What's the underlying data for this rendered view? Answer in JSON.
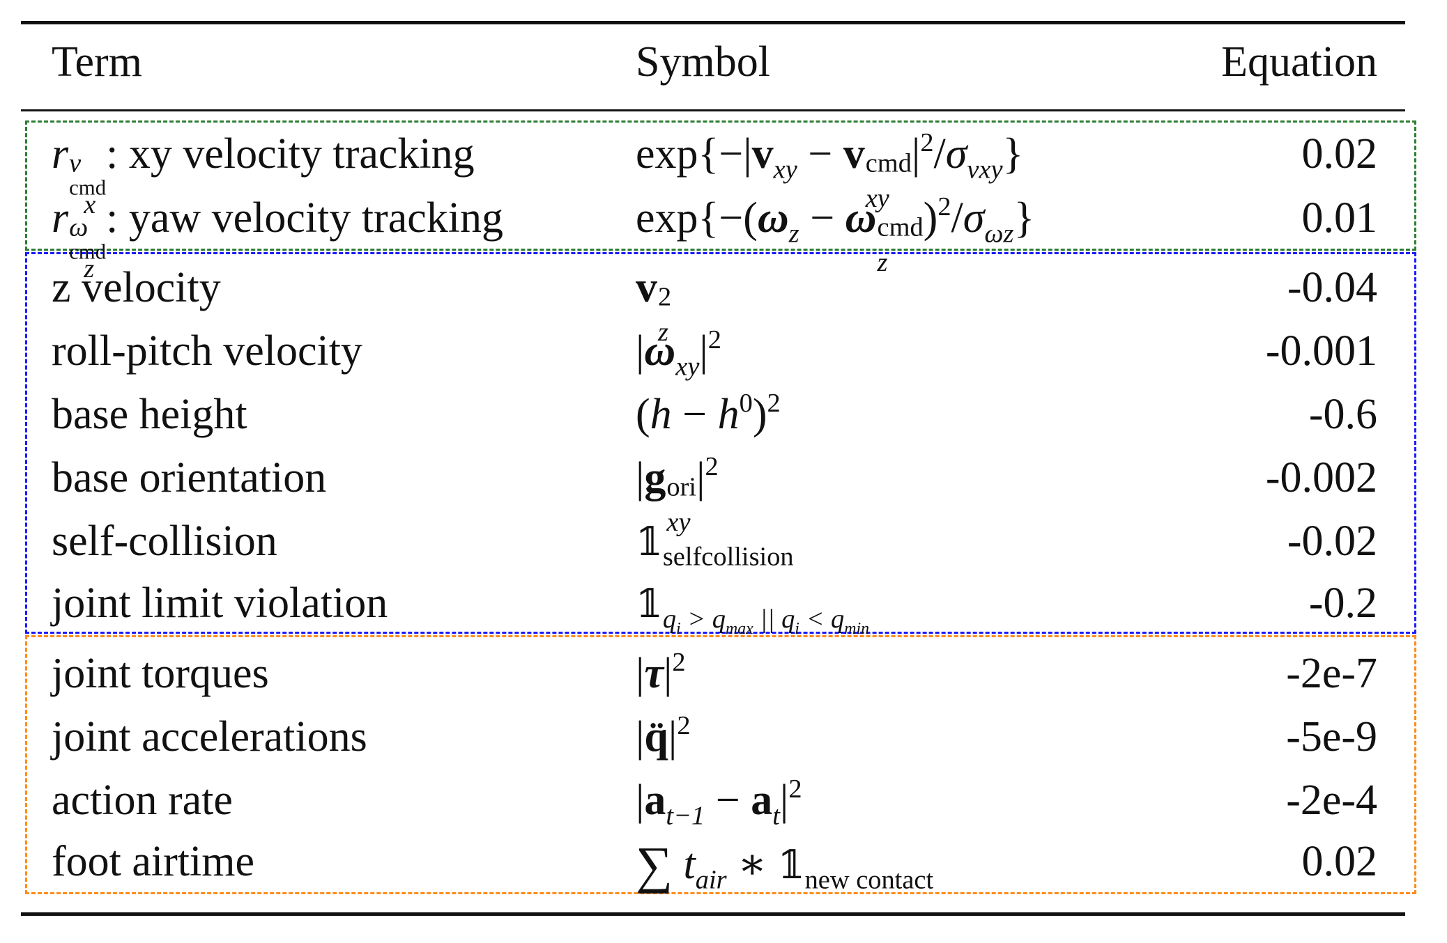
{
  "table": {
    "headers": {
      "term": "Term",
      "symbol": "Symbol",
      "value": "Equation"
    },
    "group_colors": {
      "tracking": "#2e7d32",
      "stability": "#1a1aff",
      "smoothness": "#ff8c1a"
    },
    "rows": [
      {
        "term": ": xy velocity tracking",
        "value": "0.02"
      },
      {
        "term": ": yaw velocity tracking",
        "value": "0.01"
      },
      {
        "term": "z velocity",
        "value": "-0.04"
      },
      {
        "term": "roll-pitch velocity",
        "value": "-0.001"
      },
      {
        "term": "base height",
        "value": "-0.6"
      },
      {
        "term": "base orientation",
        "value": "-0.002"
      },
      {
        "term": "self-collision",
        "value": "-0.02"
      },
      {
        "term": "joint limit violation",
        "value": "-0.2"
      },
      {
        "term": "joint torques",
        "value": "-2e-7"
      },
      {
        "term": "joint accelerations",
        "value": "-5e-9"
      },
      {
        "term": "action rate",
        "value": "-2e-4"
      },
      {
        "term": "foot airtime",
        "value": "0.02"
      }
    ],
    "math": {
      "exp": "exp",
      "cmd": "cmd",
      "ori": "ori",
      "selfcollision": "selfcollision",
      "new_contact": "new contact"
    }
  }
}
